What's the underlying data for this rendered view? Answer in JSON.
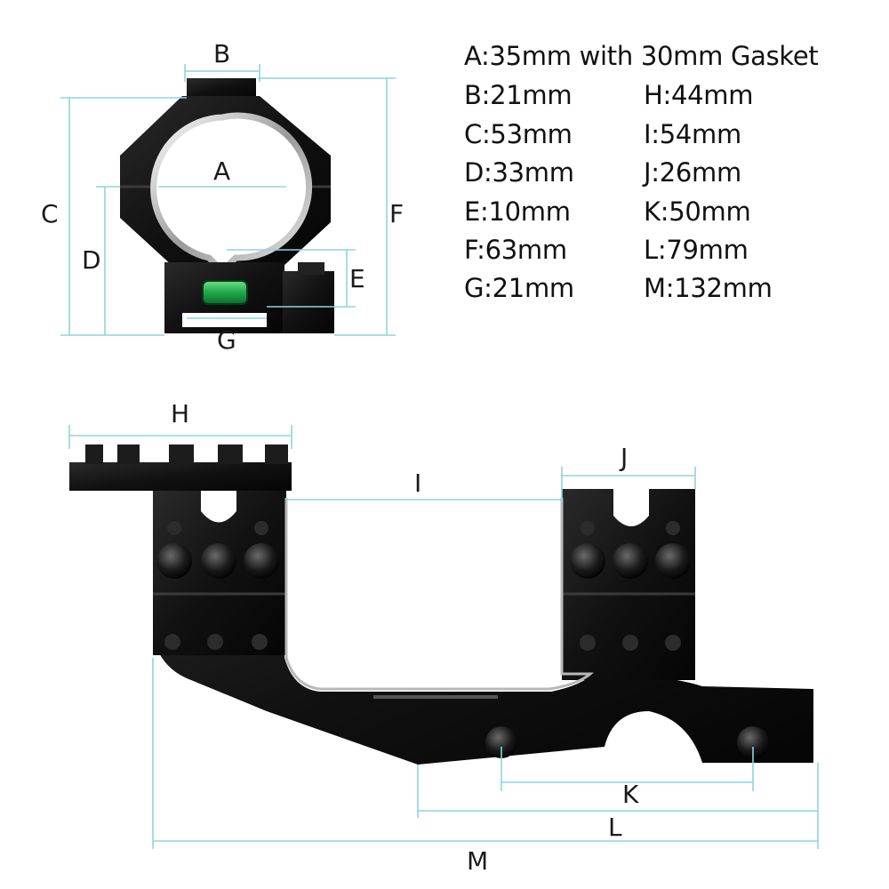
{
  "specs": [
    {
      "letter": "A",
      "text": "A:35mm with 30mm Gasket"
    },
    {
      "letter": "B",
      "text": "B:21mm"
    },
    {
      "letter": "C",
      "text": "C:53mm"
    },
    {
      "letter": "D",
      "text": "D:33mm"
    },
    {
      "letter": "E",
      "text": "E:10mm"
    },
    {
      "letter": "F",
      "text": "F:63mm"
    },
    {
      "letter": "G",
      "text": "G:21mm"
    },
    {
      "letter": "H",
      "text": "H:44mm"
    },
    {
      "letter": "I",
      "text": "I:54mm"
    },
    {
      "letter": "J",
      "text": "J:26mm"
    },
    {
      "letter": "K",
      "text": "K:50mm"
    },
    {
      "letter": "L",
      "text": "L:79mm"
    },
    {
      "letter": "M",
      "text": "M:132mm"
    }
  ],
  "labels": {
    "A": "A",
    "B": "B",
    "C": "C",
    "D": "D",
    "E": "E",
    "F": "F",
    "G": "G",
    "H": "H",
    "I": "I",
    "J": "J",
    "K": "K",
    "L": "L",
    "M": "M"
  },
  "colors": {
    "dimension_line": "#8fd3e0",
    "metal": "#141414",
    "bubble_level": "#1fa84a"
  }
}
